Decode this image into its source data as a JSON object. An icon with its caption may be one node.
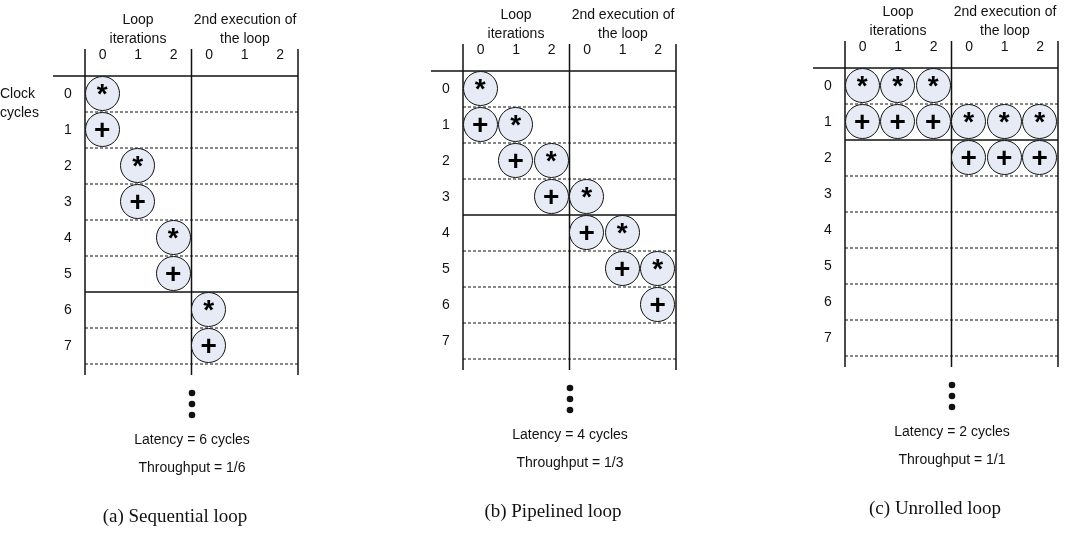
{
  "diagram": {
    "nodes": [
      {
        "text": [
          "*"
        ]
      },
      {
        "text": [
          "+"
        ]
      },
      {
        "text": [
          "*"
        ]
      },
      {
        "text": [
          "+"
        ]
      },
      {
        "text": [
          "*"
        ]
      },
      {
        "text": [
          "+"
        ]
      },
      {
        "text": [
          "*"
        ]
      },
      {
        "text": [
          "+"
        ]
      },
      {
        "text": [
          "*"
        ]
      },
      {
        "text": [
          "+"
        ]
      },
      {
        "text": [
          "*"
        ]
      },
      {
        "text": [
          "+"
        ]
      },
      {
        "text": [
          "*"
        ]
      },
      {
        "text": [
          "+"
        ]
      },
      {
        "text": [
          "*"
        ]
      },
      {
        "text": [
          "+"
        ]
      },
      {
        "text": [
          "*"
        ]
      },
      {
        "text": [
          "+"
        ]
      },
      {
        "text": [
          "*"
        ]
      },
      {
        "text": [
          "+"
        ]
      },
      {
        "text": [
          "*"
        ]
      },
      {
        "text": [
          "*"
        ]
      },
      {
        "text": [
          "*"
        ]
      },
      {
        "text": [
          "+"
        ]
      },
      {
        "text": [
          "+"
        ]
      },
      {
        "text": [
          "+"
        ]
      },
      {
        "text": [
          "*"
        ]
      },
      {
        "text": [
          "*"
        ]
      },
      {
        "text": [
          "*"
        ]
      },
      {
        "text": [
          "+"
        ]
      },
      {
        "text": [
          "+"
        ]
      },
      {
        "text": [
          "+"
        ]
      }
    ],
    "labels": [
      "Loop iterations",
      "2nd execution of the loop",
      "0",
      "1",
      "2",
      "0",
      "1",
      "2",
      "Clock cycles",
      "0",
      "1",
      "2",
      "3",
      "4",
      "5",
      "6",
      "7",
      "Latency = 6 cycles",
      "Throughput = 1/6",
      "(a) Sequential loop",
      "Loop iterations",
      "2nd execution of the loop",
      "0",
      "1",
      "2",
      "0",
      "1",
      "2",
      "0",
      "1",
      "2",
      "3",
      "4",
      "5",
      "6",
      "7",
      "Latency = 4 cycles",
      "Throughput = 1/3",
      "(b) Pipelined loop",
      "Loop iterations",
      "2nd execution of the loop",
      "0",
      "1",
      "2",
      "0",
      "1",
      "2",
      "0",
      "1",
      "2",
      "3",
      "4",
      "5",
      "6",
      "7",
      "Latency = 2 cycles",
      "Throughput = 1/1",
      "(c) Unrolled loop"
    ]
  }
}
